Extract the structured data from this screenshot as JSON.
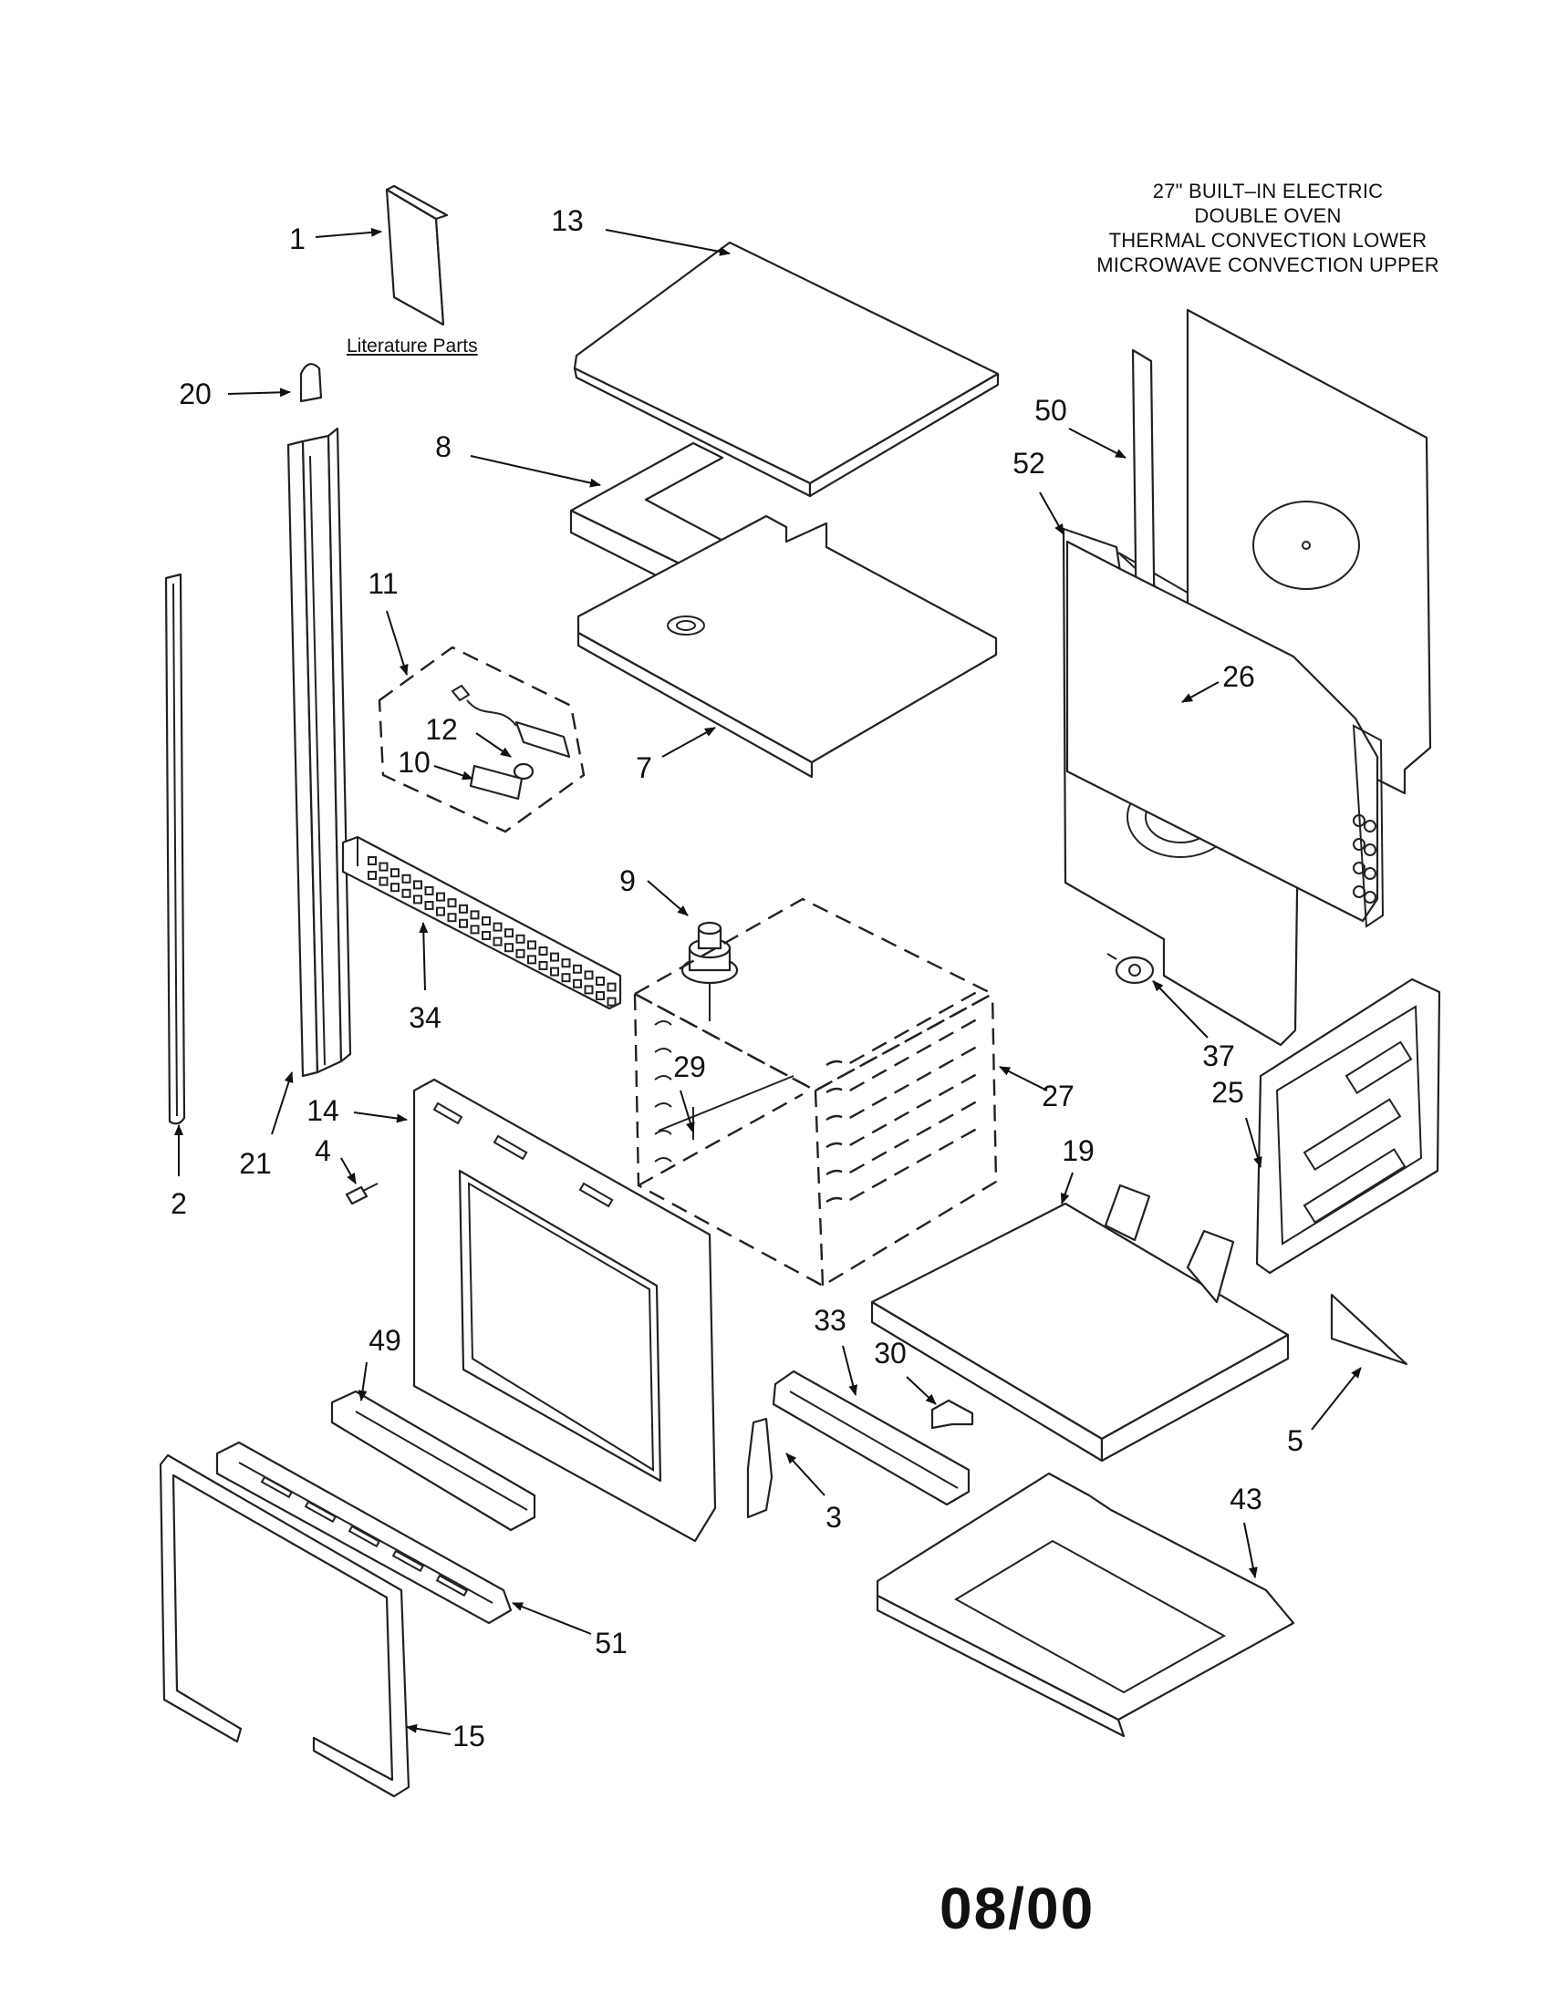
{
  "title_lines": [
    "27\" BUILT–IN ELECTRIC",
    "DOUBLE OVEN",
    "THERMAL CONVECTION LOWER",
    "MICROWAVE CONVECTION UPPER"
  ],
  "literature_label": "Literature Parts",
  "date_code": "08/00",
  "parts": [
    {
      "id": "1",
      "label": "1"
    },
    {
      "id": "2",
      "label": "2"
    },
    {
      "id": "3",
      "label": "3"
    },
    {
      "id": "4",
      "label": "4"
    },
    {
      "id": "5",
      "label": "5"
    },
    {
      "id": "7",
      "label": "7"
    },
    {
      "id": "8",
      "label": "8"
    },
    {
      "id": "9",
      "label": "9"
    },
    {
      "id": "10",
      "label": "10"
    },
    {
      "id": "11",
      "label": "11"
    },
    {
      "id": "12",
      "label": "12"
    },
    {
      "id": "13",
      "label": "13"
    },
    {
      "id": "14",
      "label": "14"
    },
    {
      "id": "15",
      "label": "15"
    },
    {
      "id": "19",
      "label": "19"
    },
    {
      "id": "20",
      "label": "20"
    },
    {
      "id": "21",
      "label": "21"
    },
    {
      "id": "25",
      "label": "25"
    },
    {
      "id": "26",
      "label": "26"
    },
    {
      "id": "27",
      "label": "27"
    },
    {
      "id": "29",
      "label": "29"
    },
    {
      "id": "30",
      "label": "30"
    },
    {
      "id": "33",
      "label": "33"
    },
    {
      "id": "34",
      "label": "34"
    },
    {
      "id": "37",
      "label": "37"
    },
    {
      "id": "43",
      "label": "43"
    },
    {
      "id": "49",
      "label": "49"
    },
    {
      "id": "50",
      "label": "50"
    },
    {
      "id": "51",
      "label": "51"
    },
    {
      "id": "52",
      "label": "52"
    }
  ]
}
